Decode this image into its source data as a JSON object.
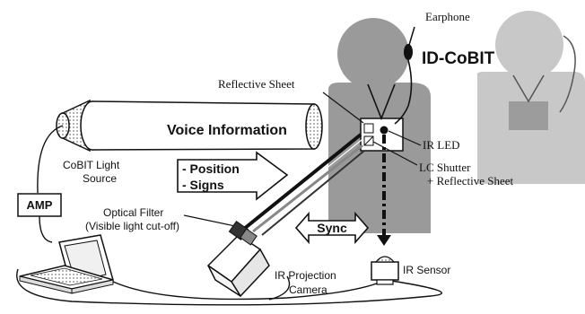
{
  "labels": {
    "earphone": "Earphone",
    "id_cobit": "ID-CoBIT",
    "reflective_sheet": "Reflective Sheet",
    "voice_information": "Voice Information",
    "ir_led": "IR LED",
    "lc_shutter": "LC Shutter",
    "lc_shutter_sub": "+ Reflective Sheet",
    "cobit_light_source_1": "CoBIT Light",
    "cobit_light_source_2": "Source",
    "position": "- Position",
    "signs": "- Signs",
    "amp": "AMP",
    "optical_filter_1": "Optical Filter",
    "optical_filter_2": "(Visible light cut-off)",
    "sync": "Sync",
    "ir_projection_camera_1": "IR Projection",
    "ir_projection_camera_2": "Camera",
    "ir_sensor": "IR Sensor"
  },
  "colors": {
    "person_main": "#9a9a9a",
    "person_faded": "#c8c8c8",
    "line": "#111111",
    "dot_fill": "#d8d8d8"
  }
}
